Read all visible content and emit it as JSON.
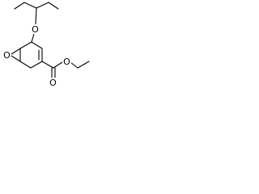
{
  "structure": {
    "atoms": {
      "ether_oxygen": "O",
      "epoxide_oxygen": "O",
      "carbonyl_oxygen": "O",
      "ester_oxygen": "O"
    }
  }
}
